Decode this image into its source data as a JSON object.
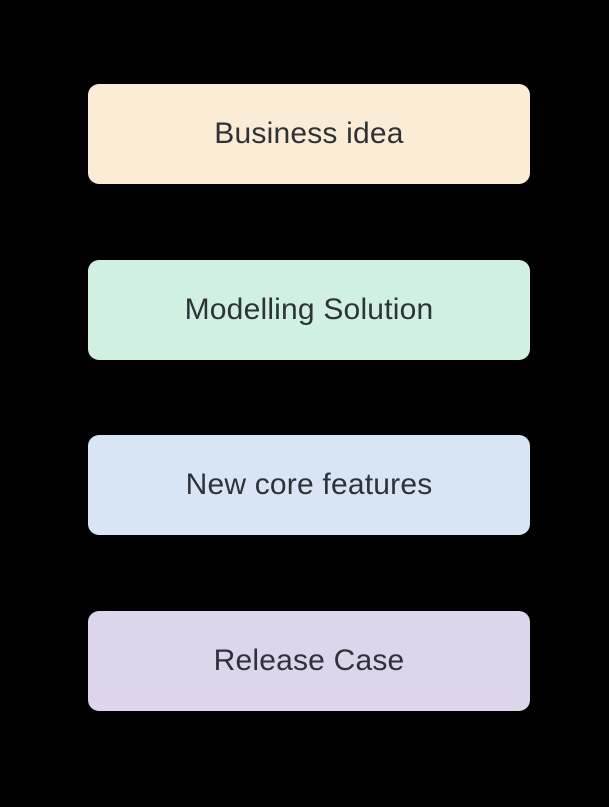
{
  "diagram": {
    "background_color": "#000000",
    "text_color": "#2E3338",
    "nodes": [
      {
        "label": "Business idea",
        "fill": "#FAECD5"
      },
      {
        "label": "Modelling Solution",
        "fill": "#D0F0E1"
      },
      {
        "label": "New core features",
        "fill": "#D7E5F5"
      },
      {
        "label": "Release Case",
        "fill": "#DCD5EC"
      }
    ]
  }
}
